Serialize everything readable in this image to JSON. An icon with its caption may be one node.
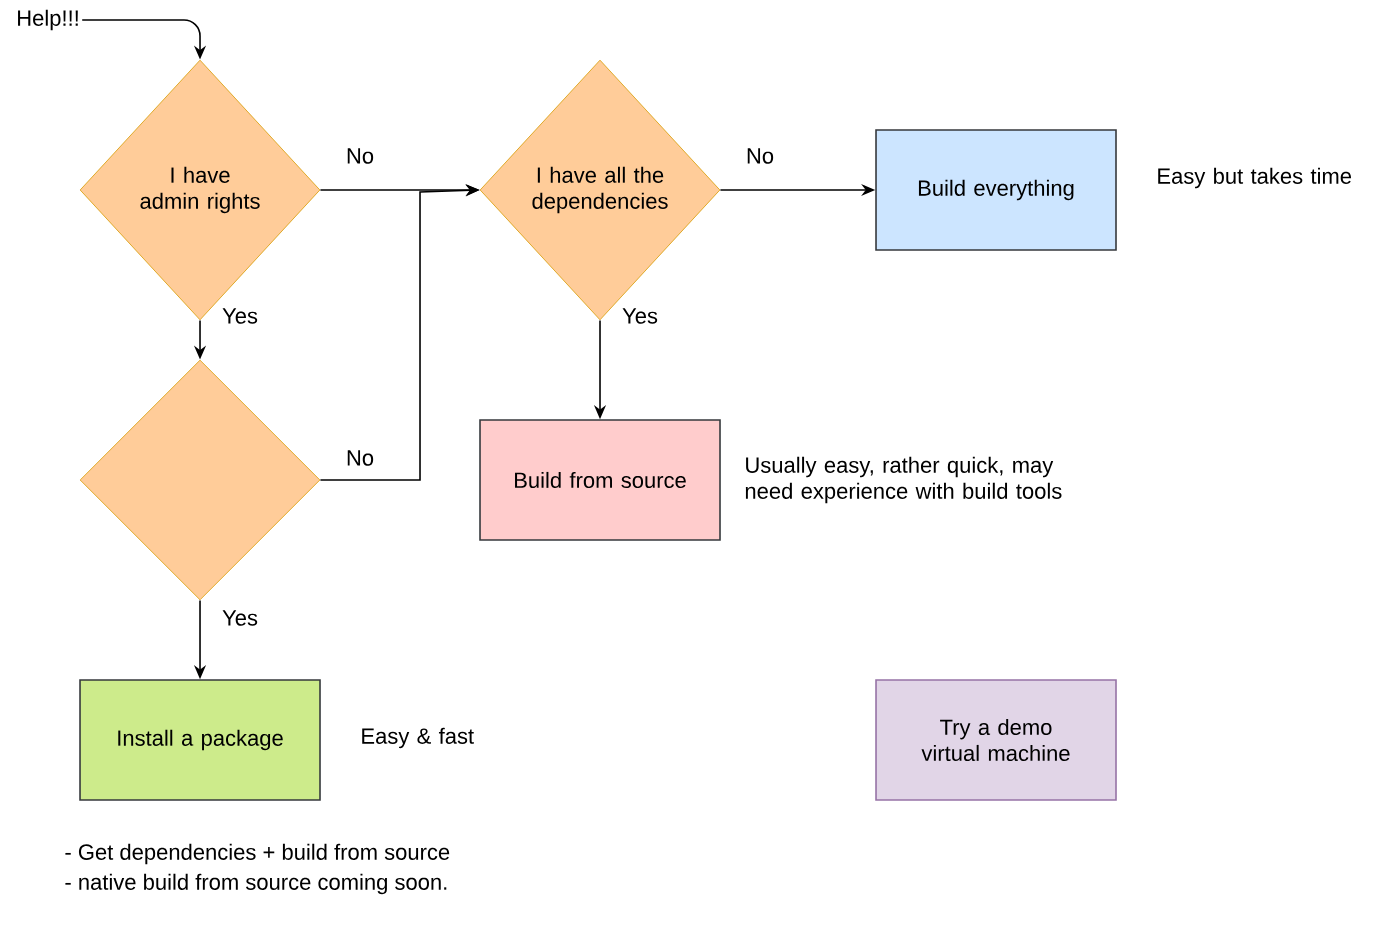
{
  "diagram": {
    "nodes": [
      {
        "text": [
          "Help!!!"
        ]
      },
      {
        "text": [
          "I have admin rights"
        ]
      },
      {
        "text": [],
        "shape": "diamond"
      },
      {
        "text": [
          "I have all the dependencies"
        ]
      },
      {
        "text": [
          "Build everything"
        ],
        "beside": [
          "Easy but takes time"
        ]
      },
      {
        "text": [
          "Build from source"
        ],
        "beside": [
          "Usually easy, rather quick, may need experience with build tools"
        ]
      },
      {
        "text": [
          "Install a package"
        ],
        "beside": [
          "Easy & fast"
        ]
      },
      {
        "text": [
          "Try a demo virtual machine"
        ]
      }
    ],
    "edges": [
      {
        "from": 0,
        "to": 1,
        "arrow": "to"
      },
      {
        "from": 1,
        "to": 3,
        "arrow": "to",
        "label": "No"
      },
      {
        "from": 1,
        "to": 2,
        "arrow": "to",
        "label": "Yes"
      },
      {
        "from": 2,
        "to": 3,
        "arrow": "to",
        "label": "No"
      },
      {
        "from": 2,
        "to": 6,
        "arrow": "to",
        "label": "Yes"
      },
      {
        "from": 3,
        "to": 4,
        "arrow": "to",
        "label": "No"
      },
      {
        "from": 3,
        "to": 5,
        "arrow": "to",
        "label": "Yes"
      }
    ],
    "labels": [
      "- Get dependencies + build from source",
      "- native build from source coming soon."
    ]
  }
}
